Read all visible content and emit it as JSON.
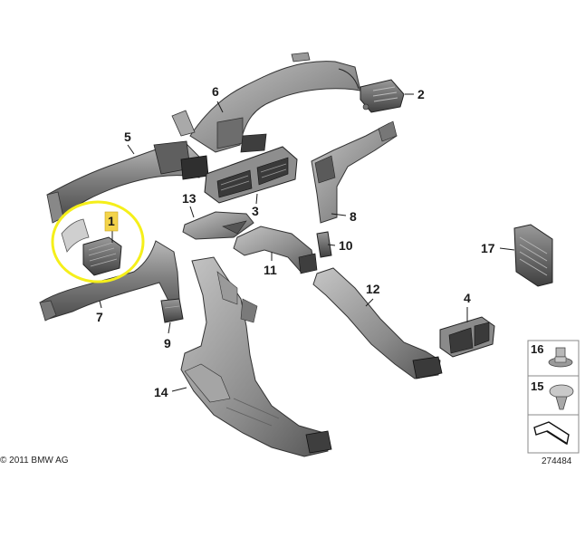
{
  "callouts": [
    {
      "id": "1"
    },
    {
      "id": "2"
    },
    {
      "id": "3"
    },
    {
      "id": "4"
    },
    {
      "id": "5"
    },
    {
      "id": "6"
    },
    {
      "id": "7"
    },
    {
      "id": "8"
    },
    {
      "id": "9"
    },
    {
      "id": "10"
    },
    {
      "id": "11"
    },
    {
      "id": "12"
    },
    {
      "id": "13"
    },
    {
      "id": "14"
    },
    {
      "id": "15"
    },
    {
      "id": "16"
    },
    {
      "id": "17"
    }
  ],
  "copyright": "© 2011 BMW AG",
  "diagram_number": "274484",
  "colors": {
    "highlight_ring": "#f5ef1a",
    "highlight_label_bg": "#f3d34a",
    "part_dark": "#4a4a4a",
    "part_mid": "#8a8a8a",
    "part_light": "#c8c8c8",
    "legend_border": "#888888"
  }
}
